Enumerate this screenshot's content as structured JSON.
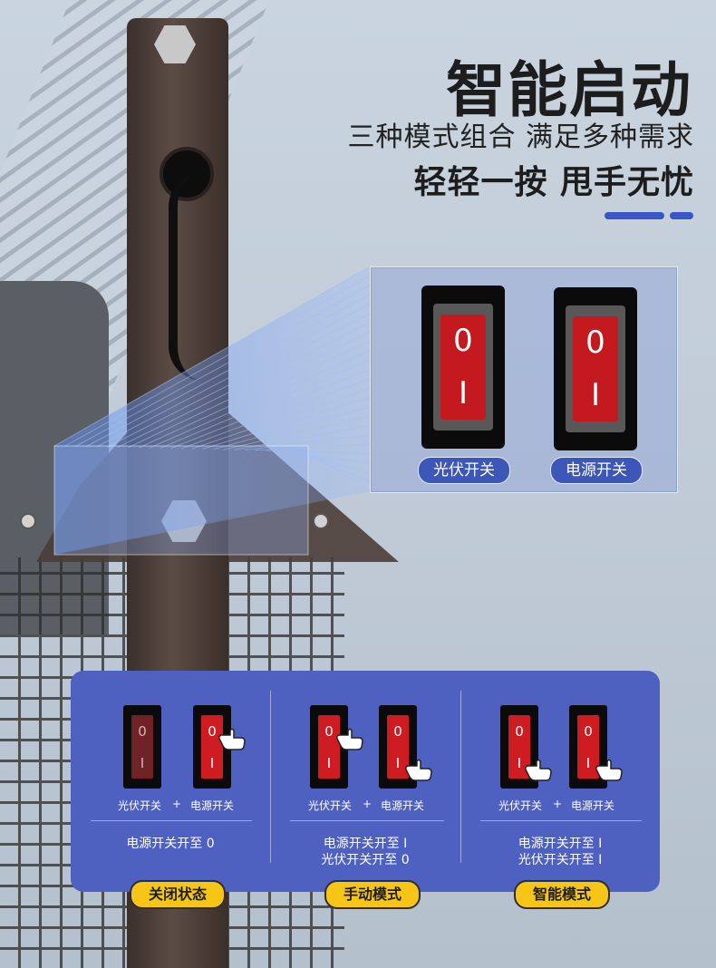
{
  "header": {
    "title": "智能启动",
    "subtitle": "三种模式组合 满足多种需求",
    "tagline": "轻轻一按 甩手无忧"
  },
  "zoom_panel": {
    "switches": [
      {
        "label": "光伏开关",
        "top_mark": "0",
        "bottom_mark": "I"
      },
      {
        "label": "电源开关",
        "top_mark": "0",
        "bottom_mark": "I"
      }
    ]
  },
  "modes": [
    {
      "badge": "关闭状态",
      "switch_labels": [
        "光伏开关",
        "电源开关"
      ],
      "plus": "+",
      "note_lines": [
        "电源开关开至 0"
      ],
      "marks": [
        "0",
        "I"
      ]
    },
    {
      "badge": "手动模式",
      "switch_labels": [
        "光伏开关",
        "电源开关"
      ],
      "plus": "+",
      "note_lines": [
        "电源开关开至 I",
        "光伏开关开至 0"
      ],
      "marks": [
        "0",
        "I"
      ]
    },
    {
      "badge": "智能模式",
      "switch_labels": [
        "光伏开关",
        "电源开关"
      ],
      "plus": "+",
      "note_lines": [
        "电源开关开至 I",
        "光伏开关开至 I"
      ],
      "marks": [
        "0",
        "I"
      ]
    }
  ],
  "colors": {
    "accent_blue": "#3b56c6",
    "panel_blue": "#4e60c0",
    "switch_red": "#c41a1f",
    "badge_yellow": "#f6c515"
  },
  "icons": [
    "hand-pointer-icon",
    "rocker-switch-icon"
  ]
}
